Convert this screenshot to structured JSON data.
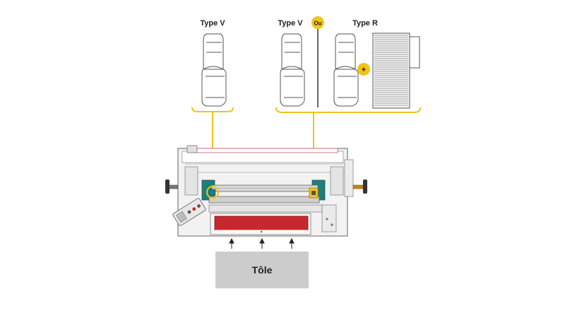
{
  "labels": {
    "type_v_left": "Type V",
    "type_v_right": "Type V",
    "or_badge": "Ou",
    "type_r": "Type R",
    "plus_badge": "+",
    "sheet": "Tôle"
  },
  "colors": {
    "accent_yellow": "#f0c419",
    "machine_teal": "#1f7d7a",
    "roller_red": "#c8282d",
    "sheet_gray": "#cccccc",
    "outline": "#555555"
  }
}
